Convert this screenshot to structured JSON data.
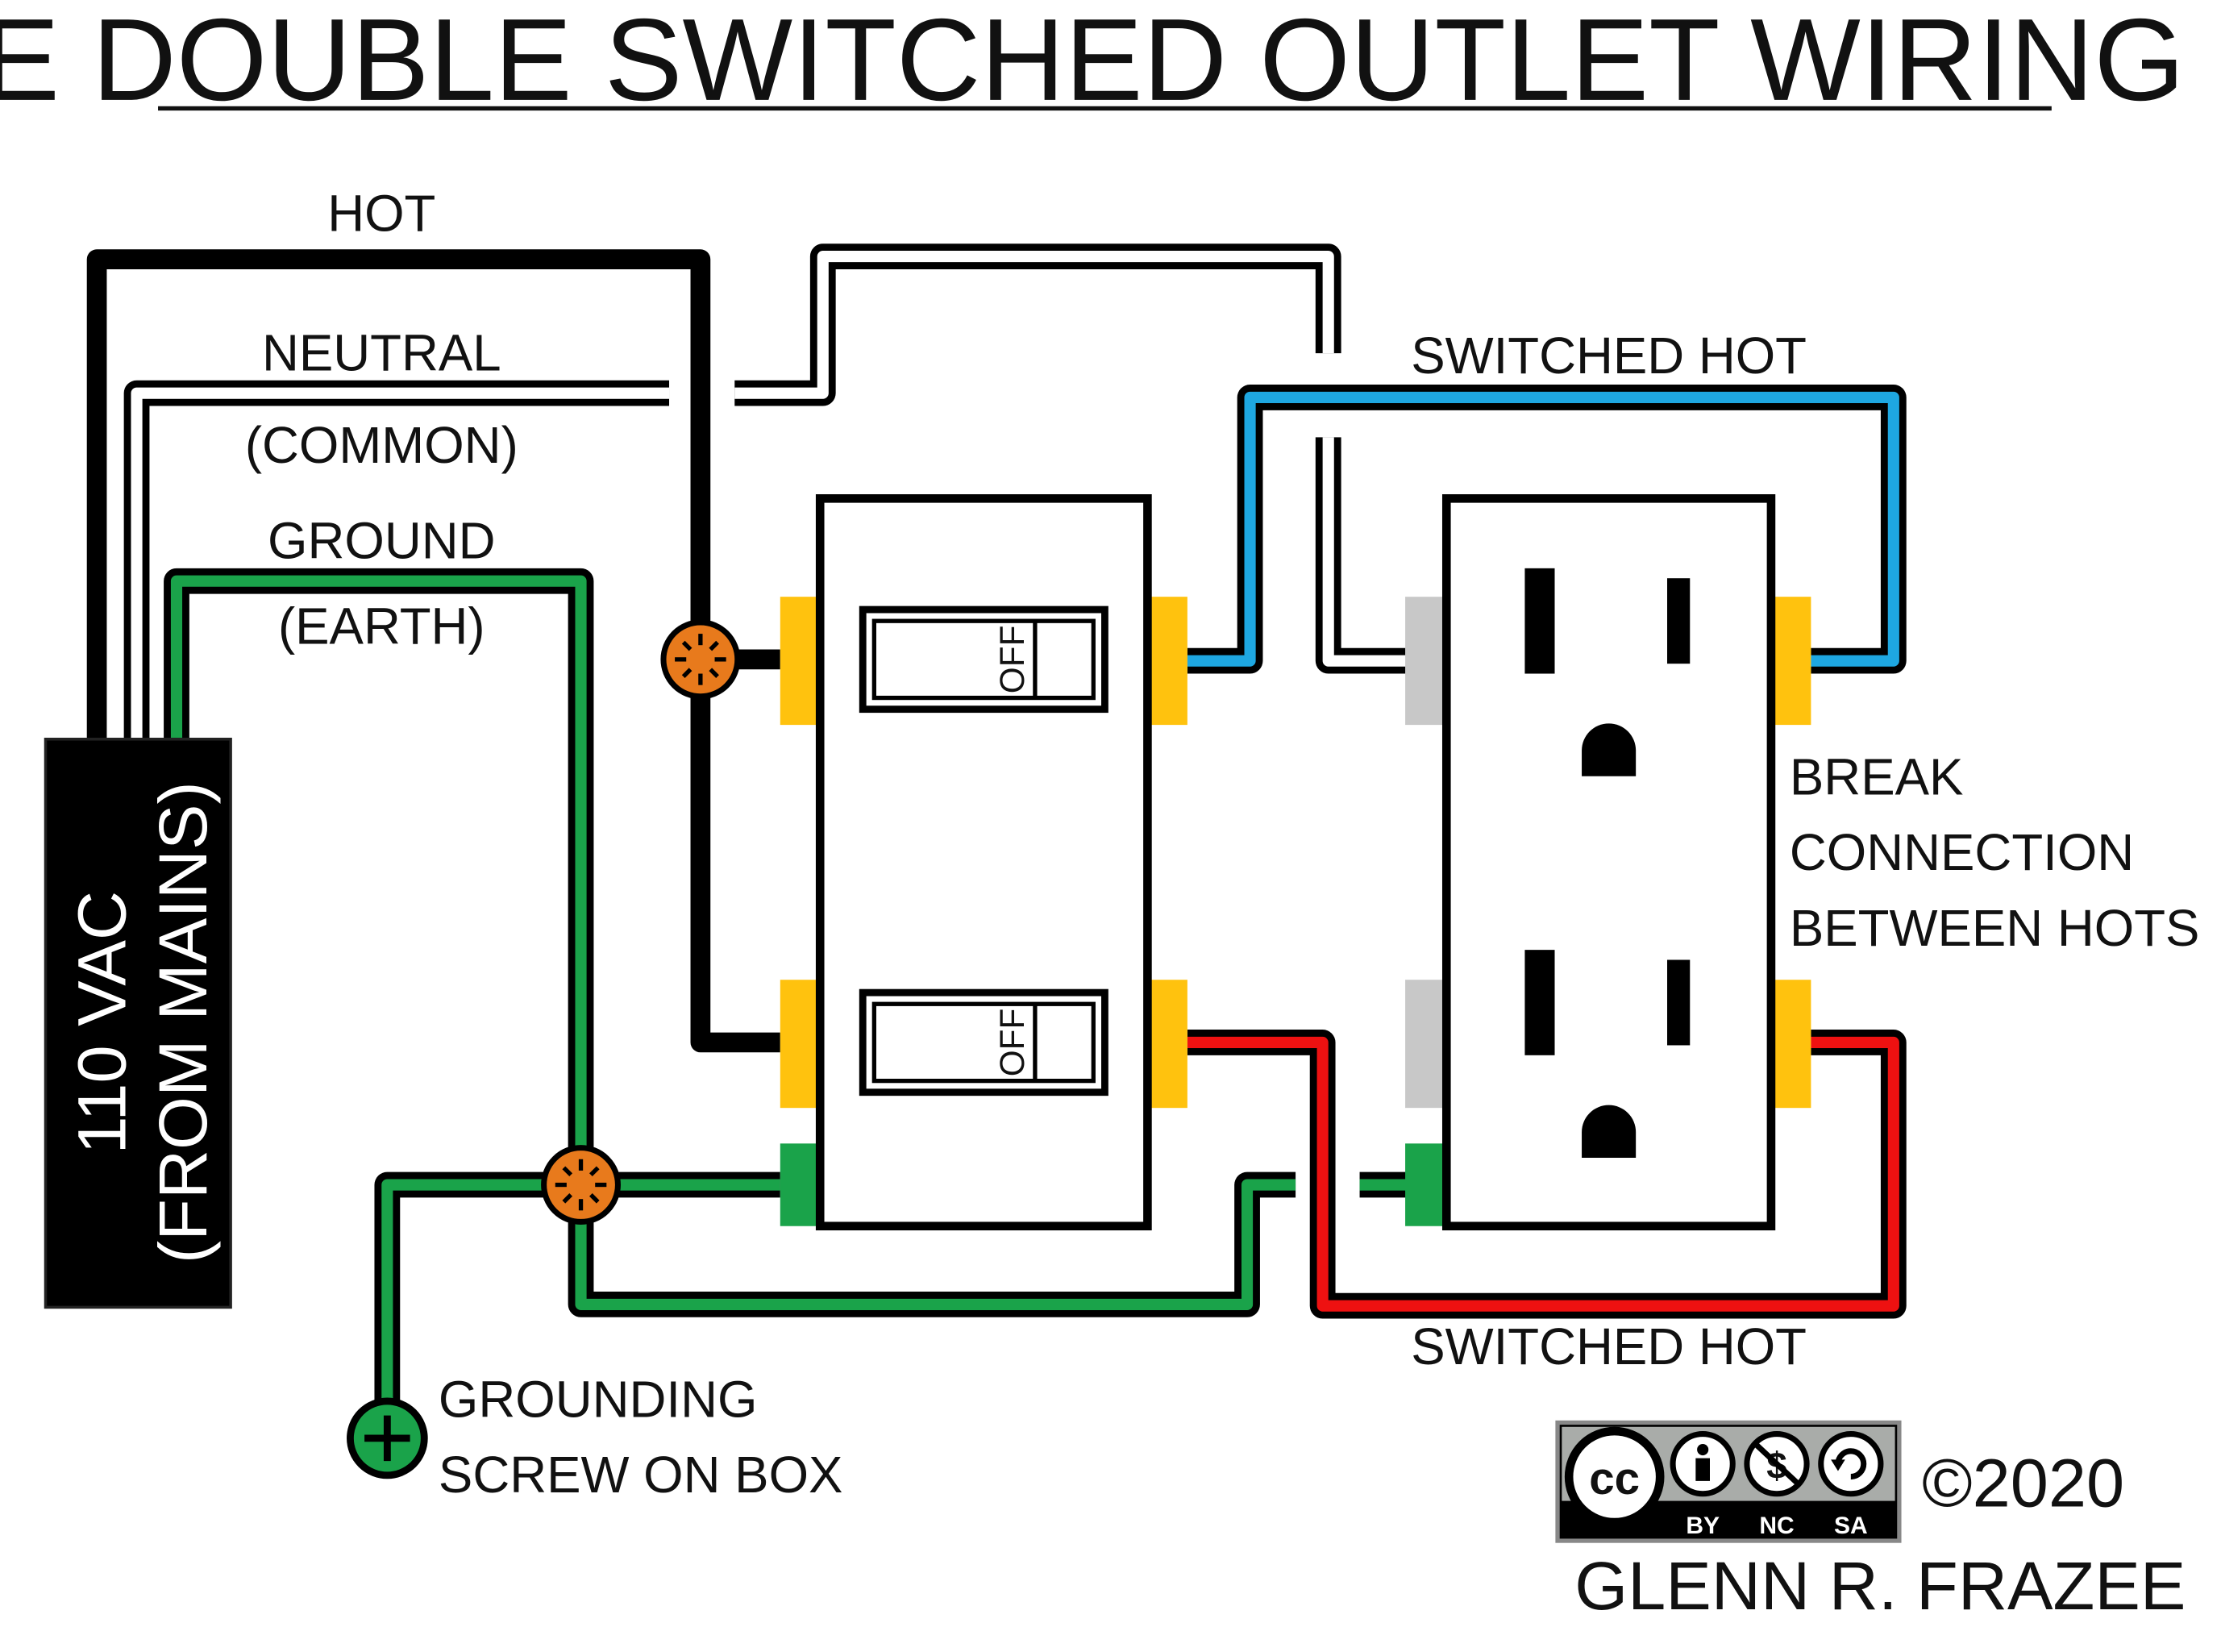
{
  "title": "PORTABLE DOUBLE SWITCHED OUTLET WIRING DIAGRAM",
  "wire_labels": {
    "hot": "HOT",
    "neutral": "NEUTRAL",
    "neutral_sub": "(COMMON)",
    "ground": "GROUND",
    "ground_sub": "(EARTH)",
    "switched_hot_top": "SWITCHED HOT",
    "switched_hot_bottom": "SWITCHED HOT"
  },
  "source": {
    "line1": "110 VAC",
    "line2": "(FROM MAINS)"
  },
  "switches": [
    {
      "label": "OFF"
    },
    {
      "label": "OFF"
    }
  ],
  "note": {
    "line1": "BREAK",
    "line2": "CONNECTION",
    "line3": "BETWEEN HOTS"
  },
  "grounding_screw": {
    "line1": "GROUNDING",
    "line2": "SCREW ON BOX"
  },
  "license": {
    "cc": "cc",
    "by": "BY",
    "nc": "NC",
    "sa": "SA",
    "by_icon": "person-icon",
    "nc_icon": "no-dollar-icon",
    "sa_icon": "share-alike-icon"
  },
  "copyright": {
    "year": "©2020",
    "author": "GLENN R. FRAZEE"
  },
  "colors": {
    "hot": "#000000",
    "neutral": "#ffffff",
    "ground": "#1aa34a",
    "switched_hot_top": "#1ea7e1",
    "switched_hot_bottom": "#ee1111",
    "brass_terminal": "#ffc20e",
    "silver_terminal": "#c8c8c8",
    "ground_terminal": "#1aa34a",
    "wire_nut": "#e87a1c"
  }
}
